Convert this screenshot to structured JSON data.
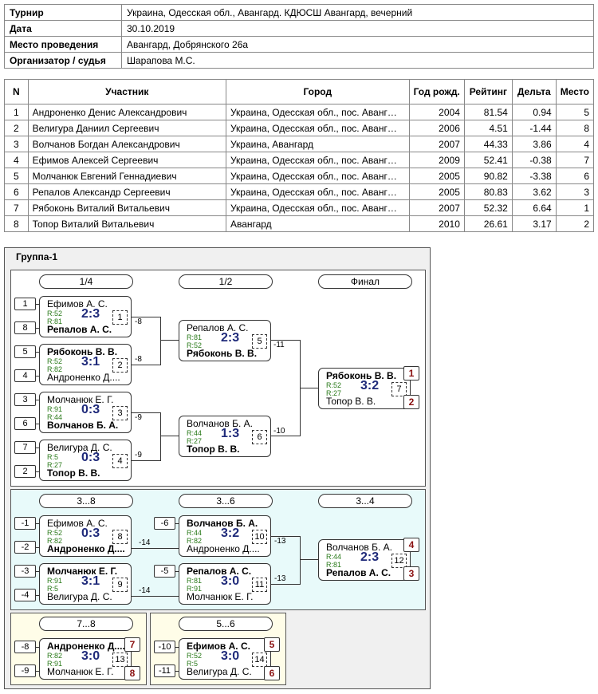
{
  "info": [
    {
      "key": "Турнир",
      "value": "Украина, Одесская обл., Авангард. КДЮСШ Авангард, вечерний"
    },
    {
      "key": "Дата",
      "value": "30.10.2019"
    },
    {
      "key": "Место проведения",
      "value": "Авангард, Добрянского 26а"
    },
    {
      "key": "Организатор / судья",
      "value": "Шарапова М.С."
    }
  ],
  "players_table": {
    "headers": [
      "N",
      "Участник",
      "Город",
      "Год рожд.",
      "Рейтинг",
      "Дельта",
      "Место"
    ],
    "rows": [
      [
        "1",
        "Андроненко Денис Александрович",
        "Украина, Одесская обл., пос. Аванг…",
        "2004",
        "81.54",
        "0.94",
        "5"
      ],
      [
        "2",
        "Велигура Даниил Сергеевич",
        "Украина, Одесская обл., пос. Аванг…",
        "2006",
        "4.51",
        "-1.44",
        "8"
      ],
      [
        "3",
        "Волчанов Богдан Александрович",
        "Украина, Авангард",
        "2007",
        "44.33",
        "3.86",
        "4"
      ],
      [
        "4",
        "Ефимов Алексей Сергеевич",
        "Украина, Одесская обл., пос. Аванг…",
        "2009",
        "52.41",
        "-0.38",
        "7"
      ],
      [
        "5",
        "Молчанюк Евгений Геннадиевич",
        "Украина, Одесская обл., пос. Аванг…",
        "2005",
        "90.82",
        "-3.38",
        "6"
      ],
      [
        "6",
        "Репалов Александр Сергеевич",
        "Украина, Одесская обл., пос. Аванг…",
        "2005",
        "80.83",
        "3.62",
        "3"
      ],
      [
        "7",
        "Рябоконь Виталий Витальевич",
        "Украина, Одесская обл., пос. Аванг…",
        "2007",
        "52.32",
        "6.64",
        "1"
      ],
      [
        "8",
        "Топор Виталий Витальевич",
        "Авангард",
        "2010",
        "26.61",
        "3.17",
        "2"
      ]
    ]
  },
  "group": {
    "title": "Группа-1",
    "labels": {
      "r14": "1/4",
      "r12": "1/2",
      "final": "Финал",
      "c38": "3...8",
      "c36": "3...6",
      "c34": "3...4",
      "c78": "7...8",
      "c56": "5...6"
    },
    "seeds": [
      "1",
      "8",
      "5",
      "4",
      "3",
      "6",
      "7",
      "2",
      "-1",
      "-2",
      "-3",
      "-4",
      "-6",
      "-5",
      "-8",
      "-9",
      "-10",
      "-11"
    ],
    "line_labels": [
      "-8",
      "-8",
      "-9",
      "-9",
      "-11",
      "-10",
      "-14",
      "-14",
      "-13",
      "-13"
    ],
    "places": [
      "1",
      "2",
      "4",
      "3",
      "7",
      "8",
      "5",
      "6"
    ],
    "matches": [
      {
        "p1": "Ефимов А. С.",
        "p2": "Репалов А. С.",
        "r1": "R:52",
        "r2": "R:81",
        "score": "2:3",
        "num": "1"
      },
      {
        "p1": "Рябоконь В. В.",
        "p2": "Андроненко Д....",
        "r1": "R:52",
        "r2": "R:82",
        "score": "3:1",
        "num": "2"
      },
      {
        "p1": "Молчанюк Е. Г.",
        "p2": "Волчанов Б. А.",
        "r1": "R:91",
        "r2": "R:44",
        "score": "0:3",
        "num": "3"
      },
      {
        "p1": "Велигура Д. С.",
        "p2": "Топор В. В.",
        "r1": "R:5",
        "r2": "R:27",
        "score": "0:3",
        "num": "4"
      },
      {
        "p1": "Репалов А. С.",
        "p2": "Рябоконь В. В.",
        "r1": "R:81",
        "r2": "R:52",
        "score": "2:3",
        "num": "5"
      },
      {
        "p1": "Волчанов Б. А.",
        "p2": "Топор В. В.",
        "r1": "R:44",
        "r2": "R:27",
        "score": "1:3",
        "num": "6"
      },
      {
        "p1": "Рябоконь В. В.",
        "p2": "Топор В. В.",
        "r1": "R:52",
        "r2": "R:27",
        "score": "3:2",
        "num": "7"
      },
      {
        "p1": "Ефимов А. С.",
        "p2": "Андроненко Д....",
        "r1": "R:52",
        "r2": "R:82",
        "score": "0:3",
        "num": "8"
      },
      {
        "p1": "Молчанюк Е. Г.",
        "p2": "Велигура Д. С.",
        "r1": "R:91",
        "r2": "R:5",
        "score": "3:1",
        "num": "9"
      },
      {
        "p1": "Волчанов Б. А.",
        "p2": "Андроненко Д....",
        "r1": "R:44",
        "r2": "R:82",
        "score": "3:2",
        "num": "10"
      },
      {
        "p1": "Репалов А. С.",
        "p2": "Молчанюк Е. Г.",
        "r1": "R:81",
        "r2": "R:91",
        "score": "3:0",
        "num": "11"
      },
      {
        "p1": "Волчанов Б. А.",
        "p2": "Репалов А. С.",
        "r1": "R:44",
        "r2": "R:81",
        "score": "2:3",
        "num": "12"
      },
      {
        "p1": "Андроненко Д....",
        "p2": "Молчанюк Е. Г.",
        "r1": "R:82",
        "r2": "R:91",
        "score": "3:0",
        "num": "13"
      },
      {
        "p1": "Ефимов А. С.",
        "p2": "Велигура Д. С.",
        "r1": "R:52",
        "r2": "R:5",
        "score": "3:0",
        "num": "14"
      }
    ]
  },
  "colors": {
    "main_bg": "#ffffff",
    "consolation_bg": "#e8fafa",
    "lower_bg": "#fffde8",
    "group_bg": "#f0f0f0",
    "score": "#1f2a7a",
    "rating": "#2a7a1a",
    "place": "#8a1010"
  }
}
